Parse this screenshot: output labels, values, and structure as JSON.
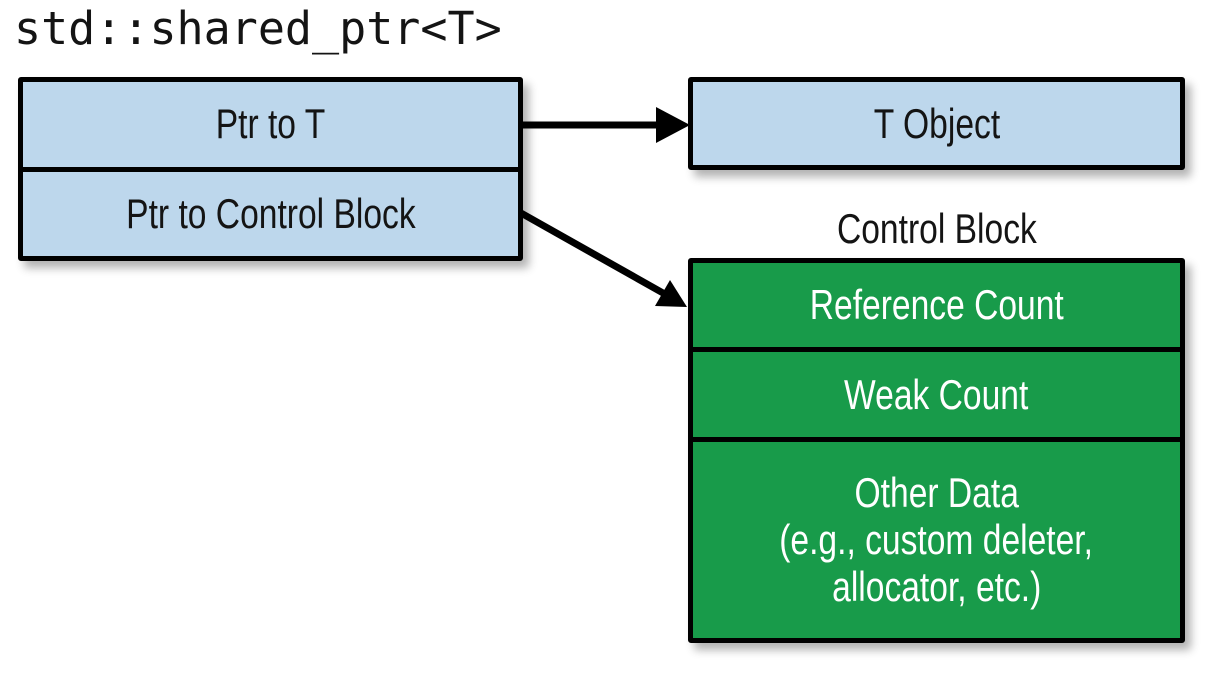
{
  "title": "std::shared_ptr<T>",
  "shared_ptr_box": {
    "rows": [
      {
        "label": "Ptr to T"
      },
      {
        "label": "Ptr to Control Block"
      }
    ]
  },
  "t_object_box": {
    "label": "T Object"
  },
  "control_block": {
    "caption": "Control Block",
    "rows": [
      {
        "lines": [
          "Reference Count"
        ]
      },
      {
        "lines": [
          "Weak Count"
        ]
      },
      {
        "lines": [
          "Other Data",
          "(e.g., custom deleter,",
          "allocator, etc.)"
        ]
      }
    ]
  },
  "arrows": [
    {
      "from": "Ptr to T",
      "to": "T Object"
    },
    {
      "from": "Ptr to Control Block",
      "to": "Control Block"
    }
  ],
  "colors": {
    "box_blue": "#bdd7ec",
    "box_green": "#189b4a",
    "border_black": "#000000",
    "text_dark": "#141414",
    "text_light": "#ffffff",
    "background": "#ffffff",
    "arrow_black": "#000000"
  }
}
